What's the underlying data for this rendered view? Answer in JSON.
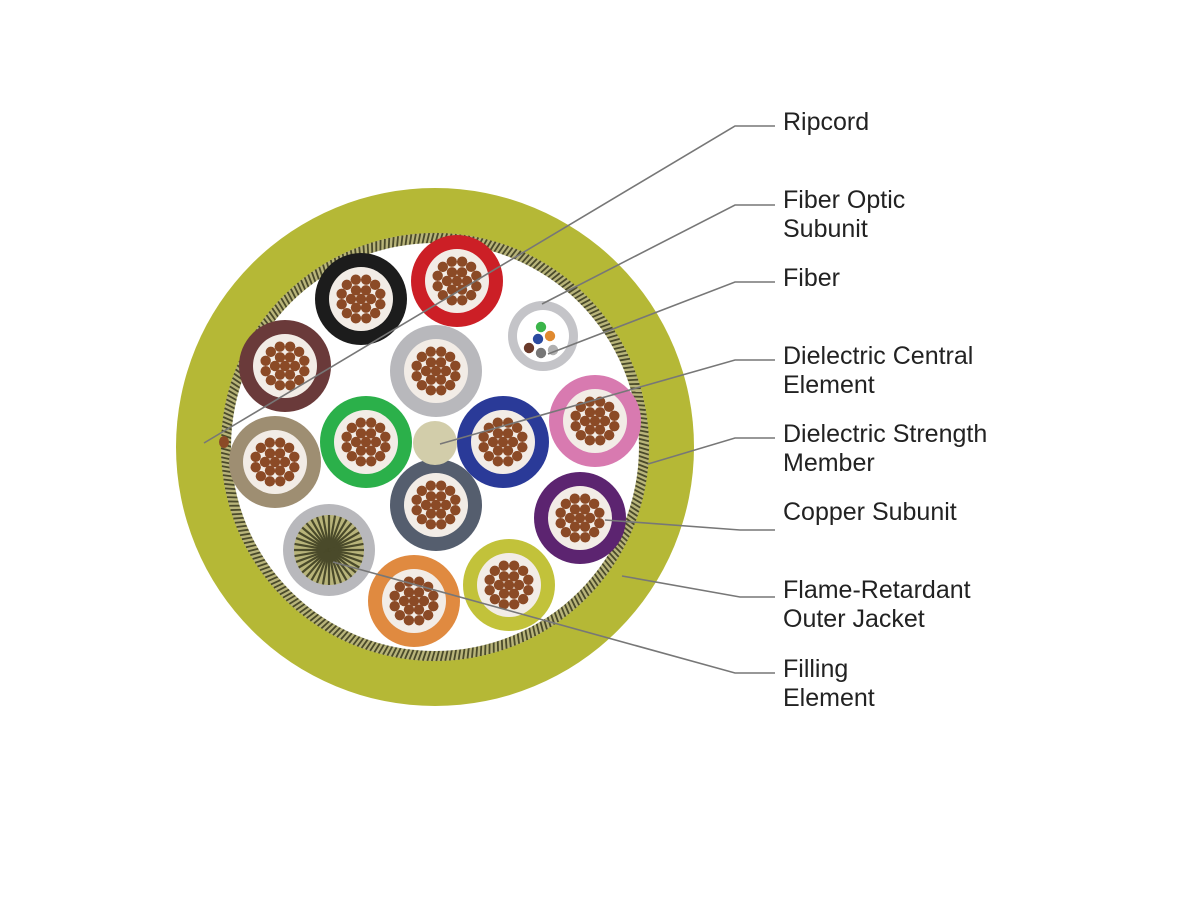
{
  "labels": [
    {
      "id": "ripcord",
      "lines": [
        "Ripcord"
      ]
    },
    {
      "id": "fiber-optic-subunit",
      "lines": [
        "Fiber Optic",
        "Subunit"
      ]
    },
    {
      "id": "fiber",
      "lines": [
        "Fiber"
      ]
    },
    {
      "id": "dielectric-central-element",
      "lines": [
        "Dielectric Central",
        "Element"
      ]
    },
    {
      "id": "dielectric-strength-member",
      "lines": [
        "Dielectric Strength",
        "Member"
      ]
    },
    {
      "id": "copper-subunit",
      "lines": [
        "Copper Subunit"
      ]
    },
    {
      "id": "flame-retardant-outer-jacket",
      "lines": [
        "Flame-Retardant",
        "Outer Jacket"
      ]
    },
    {
      "id": "filling-element",
      "lines": [
        "Filling",
        "Element"
      ]
    }
  ],
  "colors": {
    "jacket": "#b5b836",
    "strength_dark": "#4a4a2a",
    "strength_light": "#b8b47a",
    "copper": "#8b4a26",
    "central_element": "#d2cdaa",
    "fiber_subunit_ring": "#c4c4c8",
    "leader_line": "#777777",
    "subunit_colors": [
      "#1c1c1c",
      "#cc1f26",
      "#6a3a3a",
      "#b8b8bc",
      "#9e8e72",
      "#2bb04a",
      "#2a3a98",
      "#d87ab0",
      "#555e6e",
      "#5c2470",
      "#e08a40",
      "#c2c23a"
    ],
    "fiber_colors": [
      "#3bb54a",
      "#2a4aa0",
      "#e08a30",
      "#6a3a2a",
      "#777777",
      "#b0b0b0"
    ]
  }
}
